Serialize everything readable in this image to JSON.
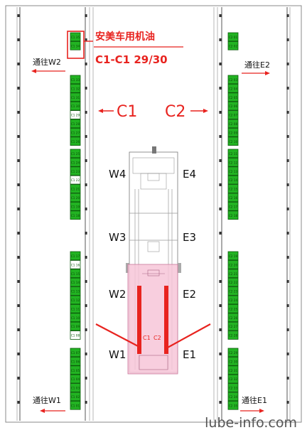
{
  "highlight": {
    "brand": "安美车用机油",
    "booth_code": "C1-C1 29/30"
  },
  "aisles": {
    "c1": "C1",
    "c2": "C2"
  },
  "entrances": {
    "w4": "W4",
    "w3": "W3",
    "w2": "W2",
    "w1": "W1",
    "e4": "E4",
    "e3": "E3",
    "e2": "E2",
    "e1": "E1"
  },
  "passages": {
    "w2": "通往W2",
    "e2": "通往E2",
    "w1": "通往W1",
    "e1": "通往E1"
  },
  "hall_labels": {
    "c1": "C1",
    "c2": "C2"
  },
  "watermark": "lube-info.com",
  "colors": {
    "booth_green": "#22b322",
    "accent_red": "#e8231f",
    "hall_pink": "#f7c6d8"
  },
  "booth_labels_left": [
    "C1 35",
    "C1 34",
    "C1 33",
    "C1 32",
    "C1 31",
    "C1 30",
    "C1 29",
    "C1 28",
    "C1 27",
    "C1 26",
    "C1 25",
    "C1 24",
    "C1 23",
    "C1 22",
    "C1 21",
    "C1 20",
    "C1 19",
    "C1 18",
    "C1 17",
    "C1 16",
    "C1 15",
    "C1 14",
    "C1 13",
    "C1 12",
    "C1 11",
    "C1 10",
    "C1 09",
    "C1 08",
    "C1 07",
    "C1 06",
    "C1 05",
    "C1 04",
    "C1 03",
    "C1 02",
    "C1 01"
  ],
  "booth_labels_right": [
    "C2 01",
    "C2 02",
    "C2 03",
    "C2 04",
    "C2 05",
    "C2 06",
    "C2 07",
    "C2 08",
    "C2 09",
    "C2 10",
    "C2 11",
    "C2 12",
    "C2 13",
    "C2 14",
    "C2 15",
    "C2 16",
    "C2 17",
    "C2 18",
    "C2 19",
    "C2 20",
    "C2 21",
    "C2 22",
    "C2 23",
    "C2 24",
    "C2 25",
    "C2 26",
    "C2 27",
    "C2 28",
    "C2 29",
    "C2 30",
    "C2 31",
    "C2 32",
    "C2 33",
    "C2 34",
    "C2 35"
  ]
}
